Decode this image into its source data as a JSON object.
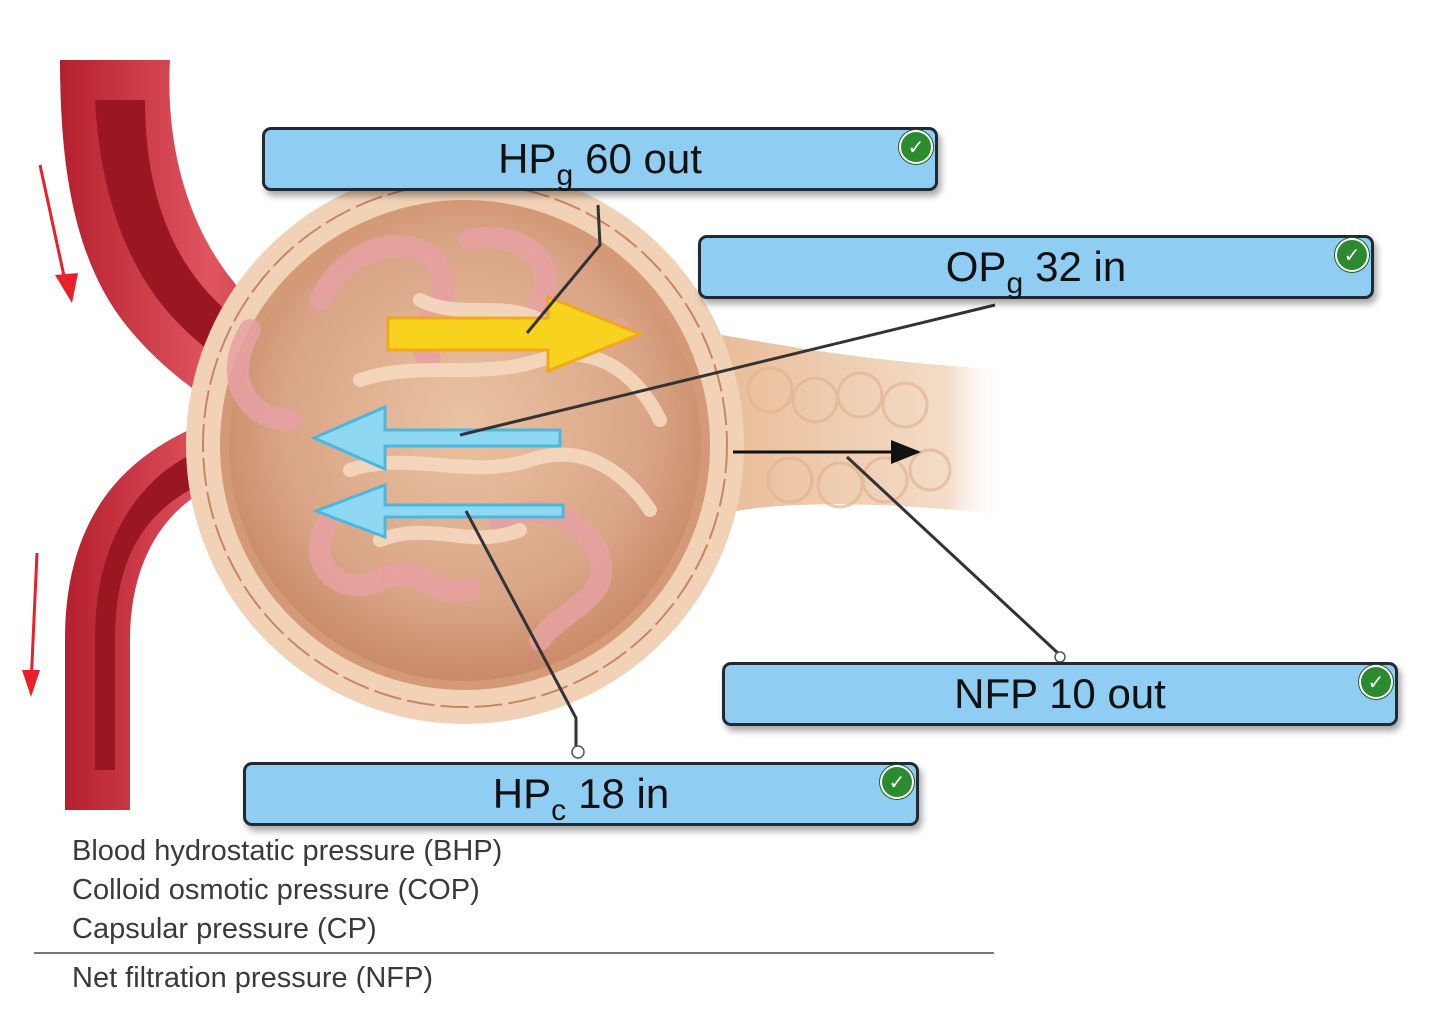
{
  "labels": {
    "hpg": {
      "abbr": "HP",
      "sub": "g",
      "value": "60",
      "direction": "out"
    },
    "opg": {
      "abbr": "OP",
      "sub": "g",
      "value": "32",
      "direction": "in"
    },
    "nfp": {
      "abbr": "NFP",
      "sub": "",
      "value": "10",
      "direction": "out"
    },
    "hpc": {
      "abbr": "HP",
      "sub": "c",
      "value": "18",
      "direction": "in"
    }
  },
  "check_icon": "check-circle-icon",
  "legend": {
    "bhp": "Blood hydrostatic pressure (BHP)",
    "cop": "Colloid osmotic pressure (COP)",
    "cp": "Capsular pressure (CP)",
    "nfp": "Net filtration pressure (NFP)"
  },
  "colors": {
    "label_fill": "#8fcdf2",
    "check_green": "#2d8b2f",
    "arrow_out": "#f7d21e",
    "arrow_in": "#8fd8f2",
    "blood_flow_arrow": "#e8202a"
  }
}
